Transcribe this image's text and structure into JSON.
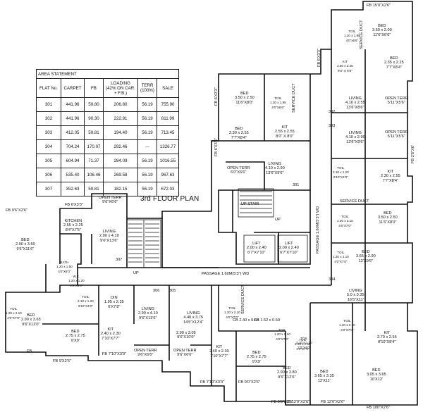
{
  "floor_title": "3rd FLOOR PLAN",
  "area_statement": {
    "caption": "AREA STATEMENT",
    "headers": [
      "FLAT No.",
      "CARPET",
      "FB",
      "LOADING\n(42% ON CAR. + F.B.)",
      "TERR\n(100%)",
      "SALE"
    ],
    "rows": [
      [
        "301",
        "441.96",
        "50.80",
        "206.80",
        "56.19",
        "755.90"
      ],
      [
        "302",
        "441.96",
        "90.30",
        "222.91",
        "56.19",
        "811.99"
      ],
      [
        "303",
        "412.05",
        "50.81",
        "194.40",
        "56.19",
        "713.45"
      ],
      [
        "304",
        "704.24",
        "170.07",
        "292.46",
        "---",
        "1326.77"
      ],
      [
        "305",
        "604.94",
        "71.37",
        "284.09",
        "56.19",
        "1016.55"
      ],
      [
        "306",
        "535.40",
        "106.46",
        "269.58",
        "56.19",
        "967.63"
      ],
      [
        "307",
        "352.63",
        "50.81",
        "182.15",
        "56.19",
        "672.03"
      ]
    ]
  },
  "rooms": {
    "fb_top": "FB 15'0\"X2'6\"",
    "bed_tr": "BED\n3.50 x 2.00\n11'6\"X6'6\"",
    "toil_tr": "TOIL\n1.20 x 1.95\n4'0\"x6'6\"",
    "bed_302": "BED\n2.35 x 2.25\n7'7\"X8'4\"",
    "kit_302": "KIT\n2.50 x 2.25\n8'0\" X 8'0\"",
    "living_302": "LIVING\n4.10 x 2.55\n13'6\"X8'6\"",
    "open_terr_302": "OPEN TERR\n5'11\"X5'6\"",
    "living_303": "LIVING\n4.10 x 2.90\n13'6\"X9'6\"",
    "open_terr_303": "OPEN TERR\n5'11\"X5'6\"",
    "kit_303": "KIT\n2.30 x 2.55\n7'7\"X8'4\"",
    "toil_303": "TOIL\n2.10 x 1.20\n6'10\"X4'0\"",
    "fb_303": "FB 6'X3'3\"",
    "bed_303": "BED\n3.50 x 2.50\n11'6\"X8'0\"",
    "toil_303b": "TOIL\n1.20 x 2.10\n4'0\"X7'0\"",
    "service_duct": "SERVICE DUCT",
    "bed_304a": "BED\n3.65 x 2.90\n12'X9'6\"",
    "toil_304": "TOIL\n1.20 x 2.10\n4'0\"X7'0\"",
    "living_304": "LIVING\n5.0 x 3.35\n16'5\"X11'",
    "toil_304b": "TOIL\n1.20 x 2.10\n4'0\"X7'0\"",
    "kit_304": "KIT\n2.70 x 2.55\n8'10\"X8'4\"",
    "fb_304": "FB 2'6\"X6'",
    "bed_304b": "BED\n3.65 x 3.35\n12'X11'",
    "toil_304c": "TOIL\n1.20 x 2.10\n4'0\"X7'0\"",
    "bed_304c": "BED\n3.05 x 3.65\n10'X12'",
    "fb_304b": "FB 12'0\"X2'6\"",
    "fb_304c": "FB 100\"X2'6\"",
    "fb_304d": "FB 12'0\"X2'6\"",
    "bed_301": "BED\n3.50 x 2.50\n11'6\"X8'0\"",
    "toil_301": "TOIL\n1.20 x 1.95\n4'0\"X6'6\"",
    "bed_301b": "BED\n2.30 x 2.55\n7'7\"X8'4\"",
    "kit_301": "KIT\n2.55 x 2.55\n8'0\" X 8'0\"",
    "fb_301": "FB 6'X3'3\"",
    "fb_301b": "FB 6'X3'3\"",
    "open_terr_301": "OPEN TERR\n6'0\"X6'6\"",
    "living_301": "LIVING\n4.10 x 2.90\n13'6\"X9'6\"",
    "stair": "UP STAIR",
    "lift1": "LIFT\n2.00 x 2.40\n6'7\"X7'10\"",
    "lift2": "LIFT\n2.00 x 2.40\n6'7\"X7'10\"",
    "up": "UP",
    "passage_v": "PASSAGE 1.60M(5'3\") WD",
    "passage_h": "PASSAGE 1.60M(5'3\") WD",
    "open_terr_307": "OPEN TERR\n9'6\"X6'6\"",
    "fb_307": "FB 6'X3'3\"",
    "fb_307b": "FB 9'6\"X2'6\"",
    "kitchen_307": "KITCHEN\n2.55 x 2.25\n8'4\"X7'5\"",
    "bed_307": "BED\n2.90 x 3.50\n9'6\"X11'6\"",
    "living_307": "LIVING\n2.90 x 4.10\n9'6\"X13'6\"",
    "bath_307": "BATH\n1.20 x 1.50\n4'0\"X5'0\"",
    "wc_307": "W.C.\n1.20 x 1.20\n4'0\"X4'0\"",
    "toil_307": "TOIL\n2.10 x 1.20\n6'10\"X4'0\"",
    "din_306": "DIN\n1.95 x 2.35\n6'X7'8\"",
    "living_306": "LIVING\n2.90 x 4.10\n9'6\"X13'6\"",
    "toil_306": "TOIL\n1.20 x 2.10\n4'0\"X7'0\"",
    "bed_306": "BED\n2.90 x 3.65\n9'6\"X12'0\"",
    "bed_306b": "BED\n2.75 x 2.75\n9'X9'",
    "kit_306": "KIT\n2.40 x 2.30\n7'10\"X7'7\"",
    "open_terr_306": "OPEN TERR\n9'6\"X6'6\"",
    "fb_306": "FB 7'10\"X3'3\"",
    "fb_306b": "FB 9'X2'6\"",
    "fb_306c": "FB",
    "living_305": "LIVING\n4.40 x 3.75\n14'5\"X12'4\"",
    "din_305": "2.90 x 3.05\n9'6\"X10'0\"",
    "toil_305": "TOIL\n1.20 x 2.10\n4'0\"X7'0\"",
    "open_terr_305": "OPEN TERR\n9'6\"X6'6\"",
    "kit_305": "KIT\n2.40 x 2.30\n7'10\"X7'7\"",
    "bed_305": "BED\n2.75 x 2.75\n9'X9'",
    "fb_305": "FB 7'10\"X3'3\"",
    "fb_305b": "FB 9'0\"X2'6\"",
    "cb1": "CB 2.40 x 0.60",
    "cb2": "CB 1.52 x 0.60",
    "toil_305b": "TOIL\n1.20 x 2.10\n4'0\"X7'0\"",
    "toil_305c": "TOIL\n2.10 x 1.20\n7'0\"X4'0\"",
    "bed_305b": "BED\n2.90 x 3.80\n9'6\"X12'6\"",
    "fb_305c": "FB 9'6\"X2'6\"",
    "flat_301": "301",
    "flat_302": "302",
    "flat_303": "303",
    "flat_304": "304",
    "flat_305": "305",
    "flat_306": "306",
    "flat_307": "307"
  }
}
